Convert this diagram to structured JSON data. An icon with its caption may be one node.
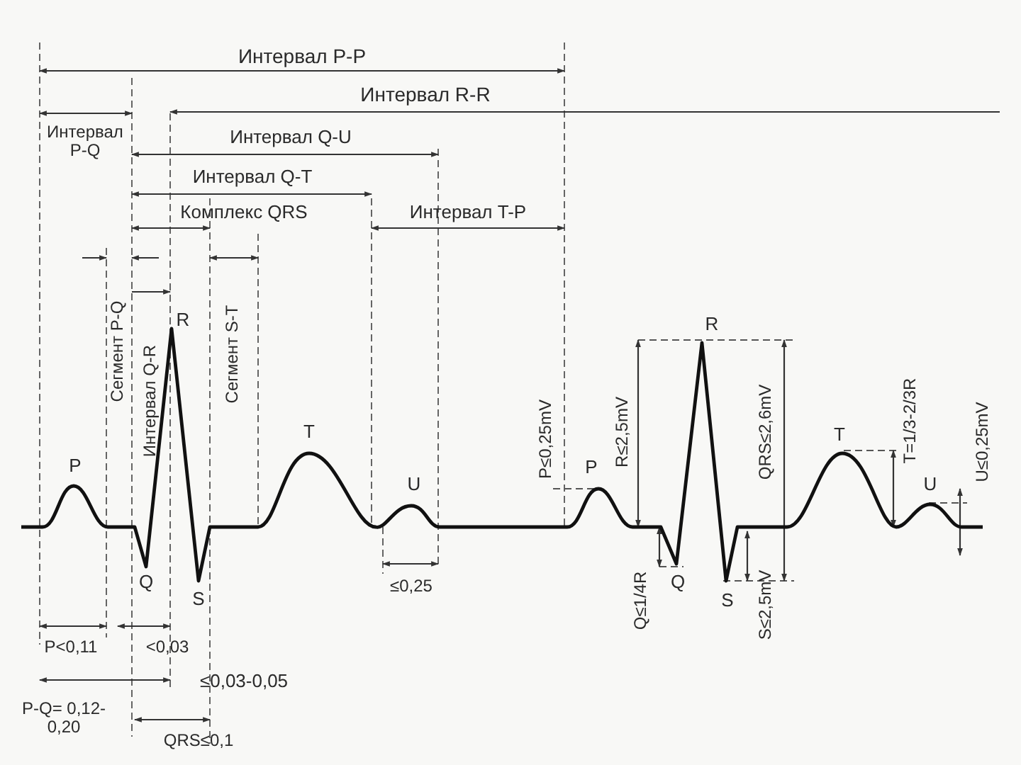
{
  "diagram": {
    "labels": [
      "Интервал P-P",
      "Интервал R-R",
      "Интервал P-Q",
      "Интервал Q-U",
      "Интервал Q-T",
      "Комплекс QRS",
      "Интервал T-P",
      "Сегмент P-Q",
      "Интервал Q-R",
      "R",
      "Сегмент S-T",
      "P",
      "T",
      "U",
      "Q",
      "S",
      "≤0,25",
      "P≤0,25mV",
      "R",
      "R≤2,5mV",
      "QRS≤2,6mV",
      "P",
      "T",
      "T=1/3-2/3R",
      "U",
      "U≤0,25mV",
      "Q",
      "S",
      "Q≤1/4R",
      "S≤2,5mV",
      "P<0,11",
      "<0,03",
      "≤0,03-0,05",
      "P-Q= 0,12-0,20",
      "QRS≤0,1"
    ]
  }
}
